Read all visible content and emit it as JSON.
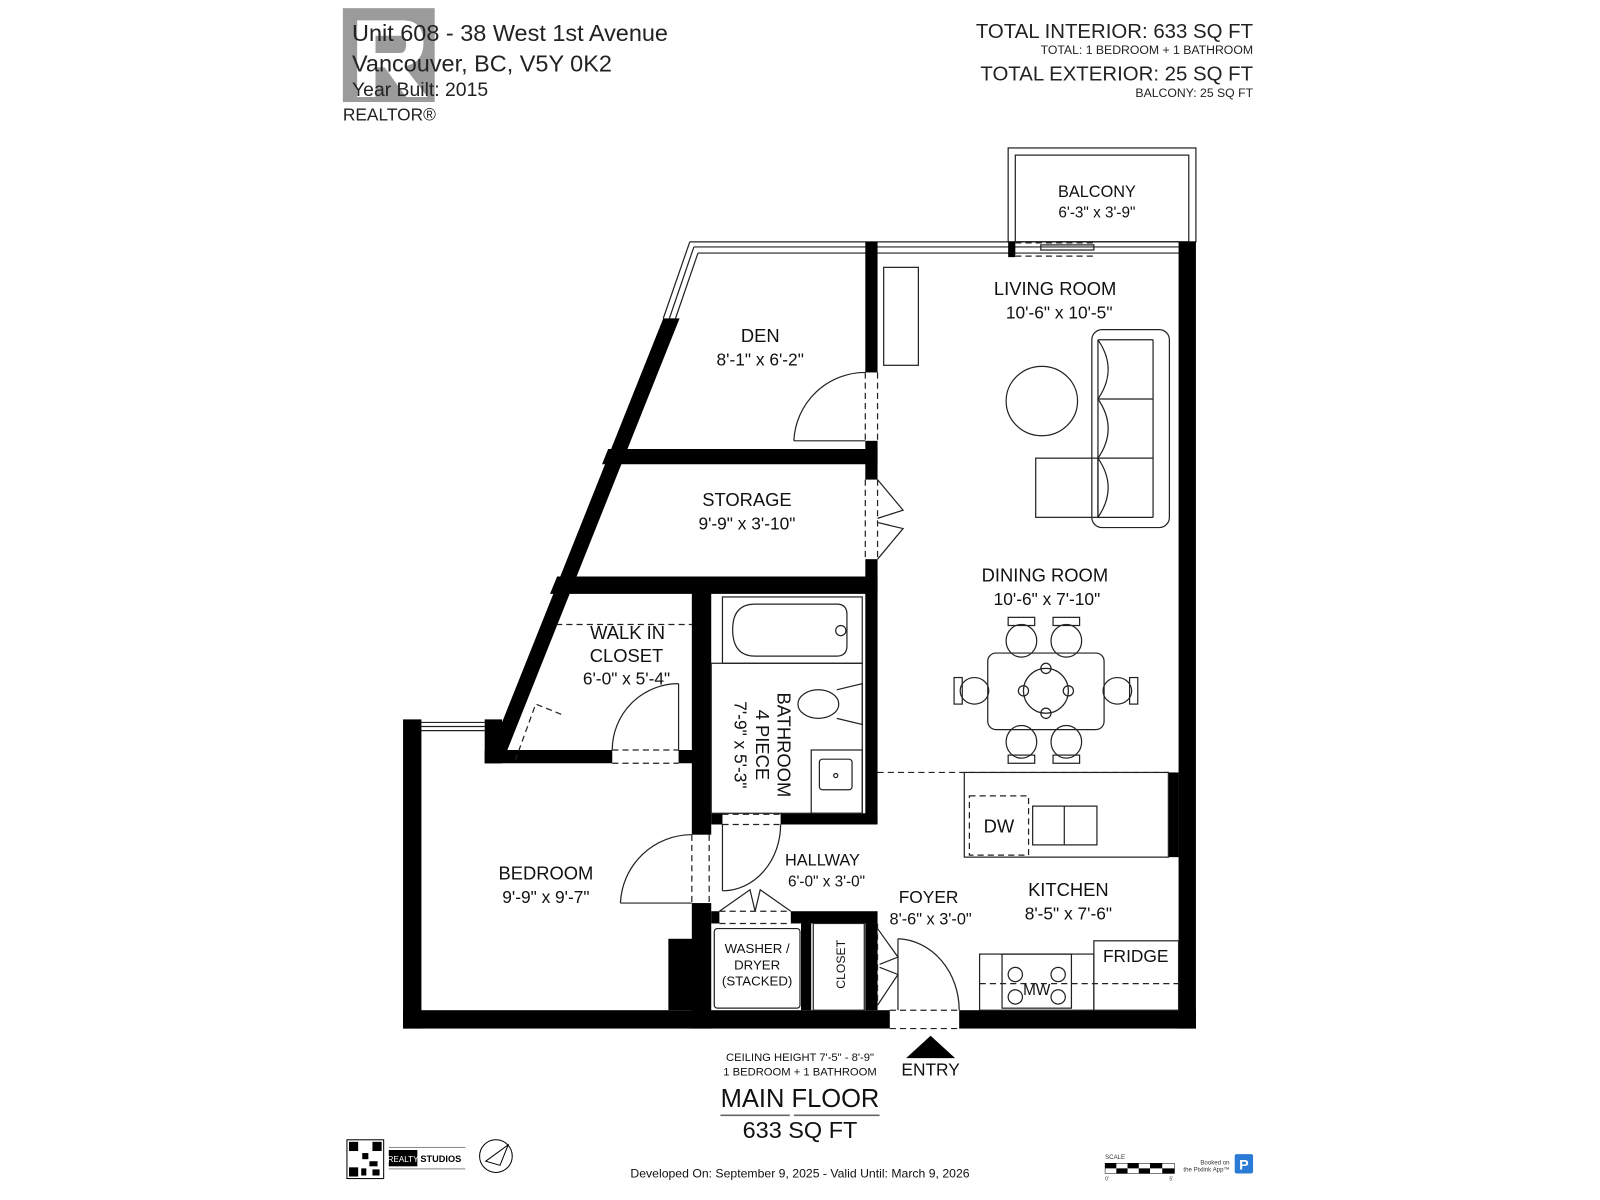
{
  "header": {
    "address_line1": "Unit 608 - 38 West 1st Avenue",
    "address_line2": "Vancouver, BC, V5Y 0K2",
    "year_built": "Year Built: 2015",
    "realtor_logo_text": "REALTOR®",
    "total_interior": "TOTAL INTERIOR: 633 SQ FT",
    "total_interior_detail": "TOTAL: 1 BEDROOM + 1 BATHROOM",
    "total_exterior": "TOTAL EXTERIOR: 25 SQ FT",
    "total_exterior_detail": "BALCONY: 25 SQ FT"
  },
  "rooms": {
    "balcony": {
      "name": "BALCONY",
      "dims": "6'-3\" x 3'-9\""
    },
    "living_room": {
      "name": "LIVING ROOM",
      "dims": "10'-6\" x 10'-5\""
    },
    "den": {
      "name": "DEN",
      "dims": "8'-1\" x 6'-2\""
    },
    "storage": {
      "name": "STORAGE",
      "dims": "9'-9\" x 3'-10\""
    },
    "dining_room": {
      "name": "DINING ROOM",
      "dims": "10'-6\" x 7'-10\""
    },
    "walk_in_closet": {
      "name1": "WALK IN",
      "name2": "CLOSET",
      "dims": "6'-0\" x 5'-4\""
    },
    "bathroom": {
      "name1": "BATHROOM",
      "name2": "4 PIECE",
      "dims": "7'-9\" x 5'-3\""
    },
    "bedroom": {
      "name": "BEDROOM",
      "dims": "9'-9\" x 9'-7\""
    },
    "hallway": {
      "name": "HALLWAY",
      "dims": "6'-0\" x 3'-0\""
    },
    "foyer": {
      "name": "FOYER",
      "dims": "8'-6\" x 3'-0\""
    },
    "kitchen": {
      "name": "KITCHEN",
      "dims": "8'-5\" x 7'-6\""
    },
    "laundry": {
      "line1": "WASHER /",
      "line2": "DRYER",
      "line3": "(STACKED)"
    },
    "closet": {
      "name": "CLOSET"
    }
  },
  "fixtures": {
    "dishwasher": "DW",
    "fridge": "FRIDGE",
    "microwave": "MW"
  },
  "footer": {
    "ceiling_height": "CEILING HEIGHT 7'-5\" - 8'-9\"",
    "bed_bath": "1 BEDROOM + 1 BATHROOM",
    "entry": "ENTRY",
    "floor_name": "MAIN FLOOR",
    "floor_area": "633 SQ FT",
    "developed": "Developed On: September 9, 2025 - Valid Until: March 9, 2026",
    "brand_realty": "REALTY",
    "brand_studios": "STUDIOS",
    "scale_label": "SCALE",
    "scale_start": "0'",
    "scale_end": "5'",
    "booked_line1": "Booked on",
    "booked_line2": "the Pixlink App™",
    "parking_icon": "P"
  },
  "colors": {
    "wall": "#000000",
    "logo_gray": "#8a8a8a",
    "parking_blue": "#2a7bd6"
  }
}
